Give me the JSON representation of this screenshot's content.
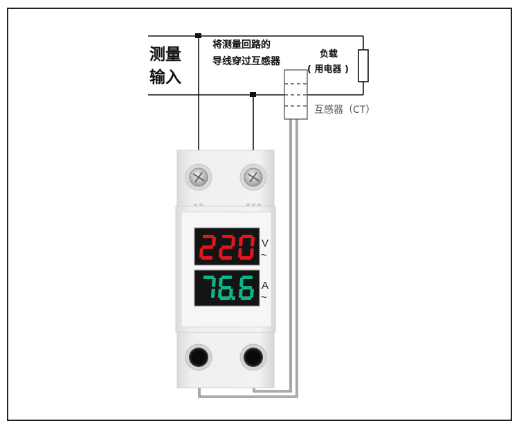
{
  "labels": {
    "input_line1": "测量",
    "input_line2": "输入",
    "instruction_line1": "将测量回路的",
    "instruction_line2": "导线穿过互感器",
    "load_line1": "负载",
    "load_line2": "( 用电器 )",
    "ct_label": "互感器（CT）"
  },
  "display": {
    "voltage": {
      "value": "220",
      "unit": "V",
      "ac_symbol": "~",
      "color": "#e3161e"
    },
    "current": {
      "value": "76.6",
      "unit": "A",
      "ac_symbol": "~",
      "color": "#10b48c"
    }
  }
}
